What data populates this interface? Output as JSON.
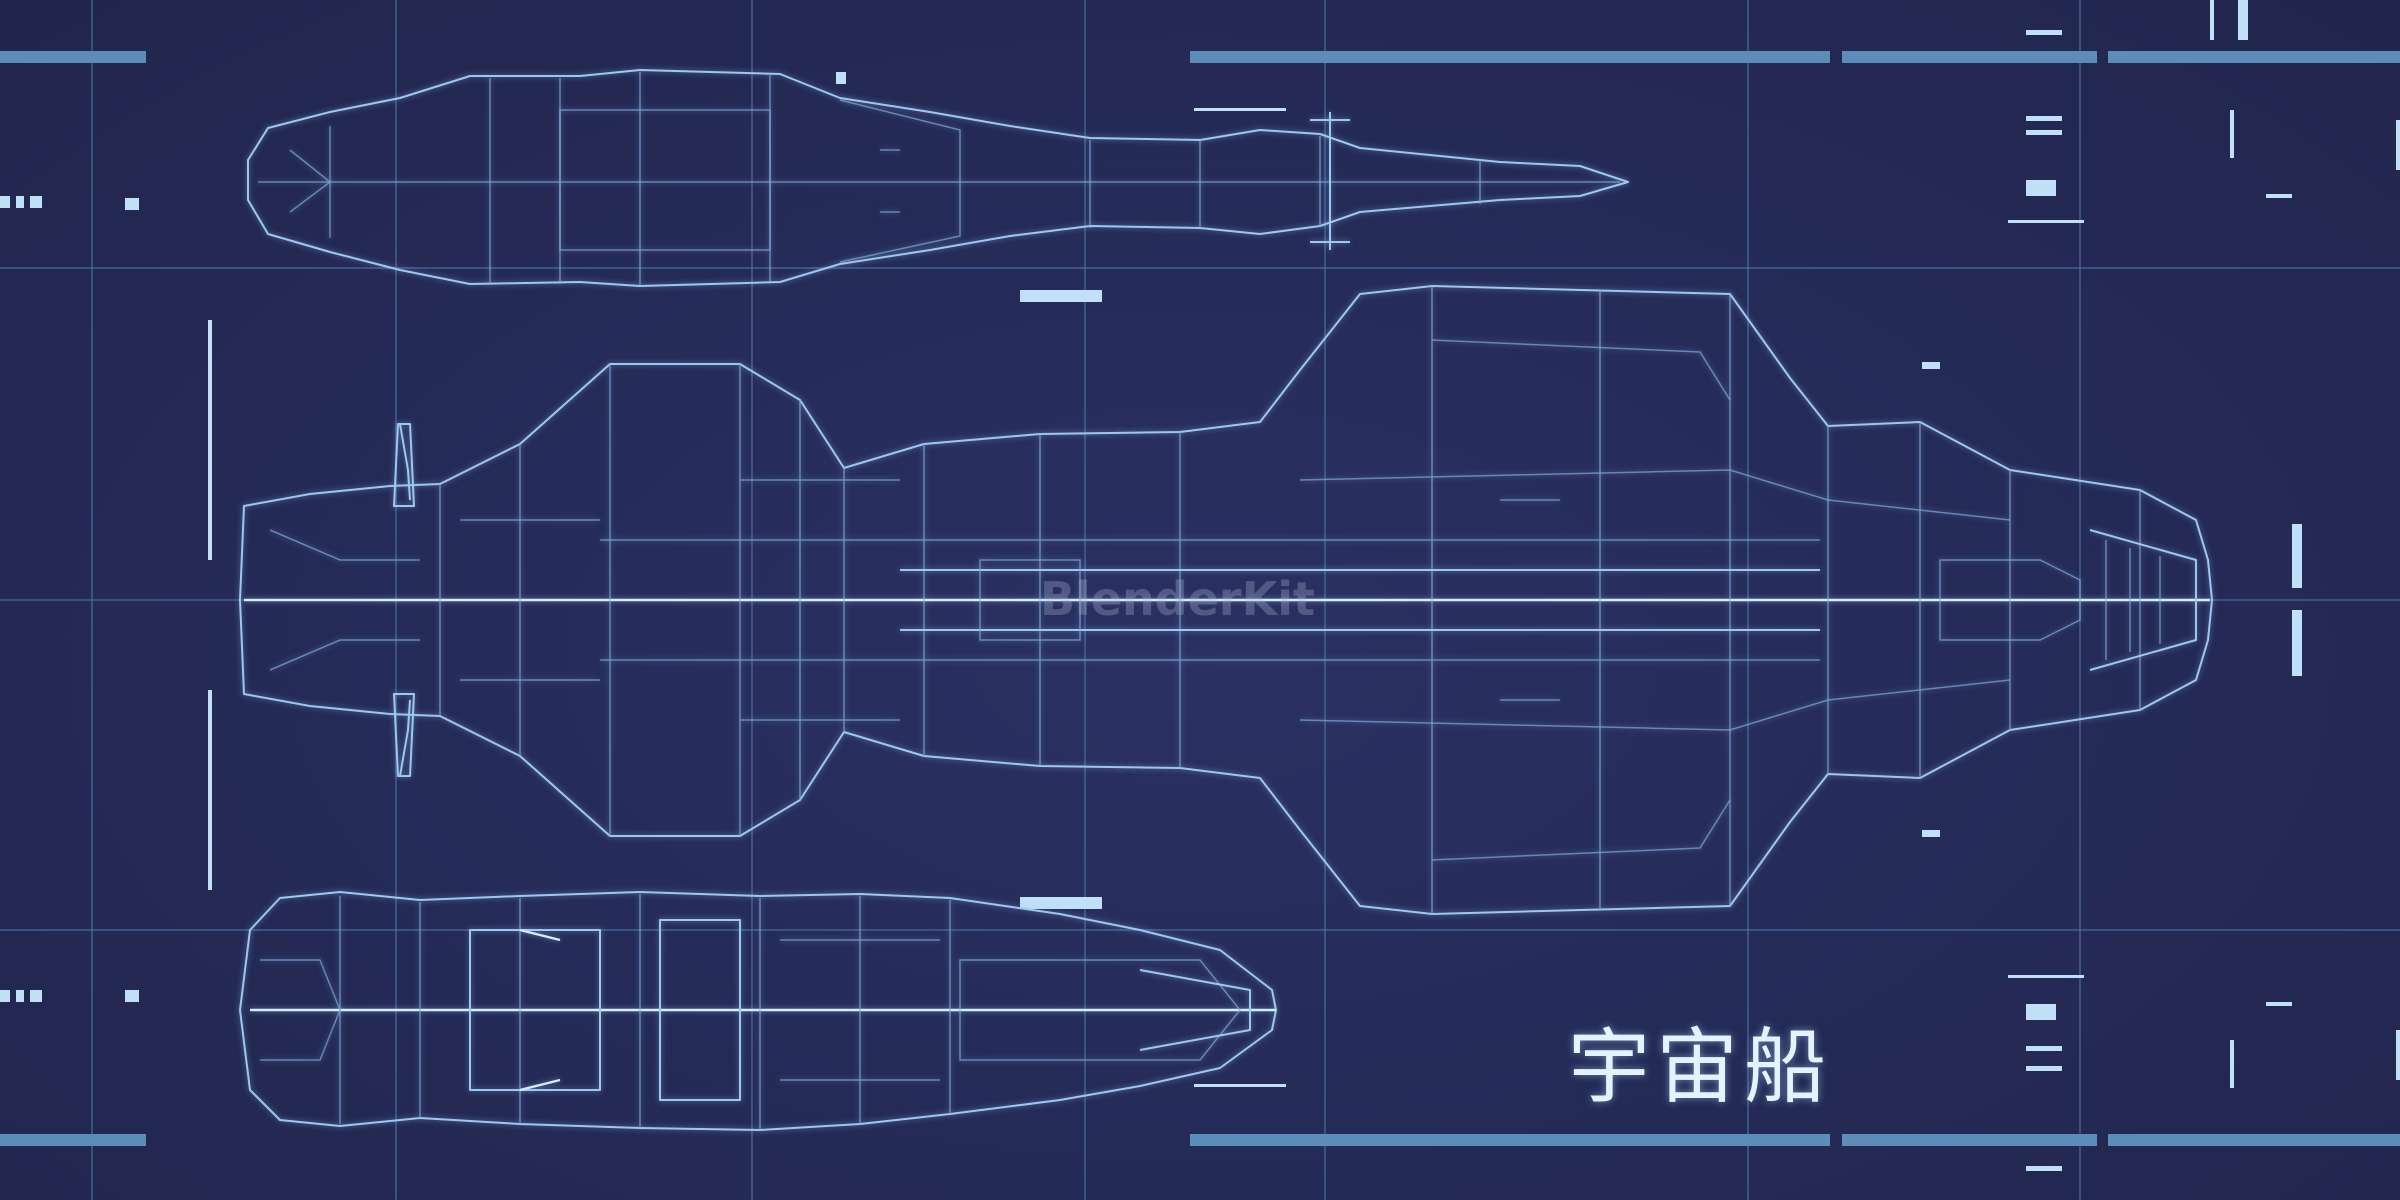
{
  "diagram": {
    "title": "宇宙船",
    "watermark": "BlenderKit",
    "colors": {
      "background": "#242a55",
      "grid": "#4e73a8",
      "bars": "#5b8db8",
      "wireframe": "#9cc8f0",
      "highlight": "#d4ecff"
    },
    "views": [
      "side-view",
      "top-view",
      "bottom-view"
    ]
  }
}
